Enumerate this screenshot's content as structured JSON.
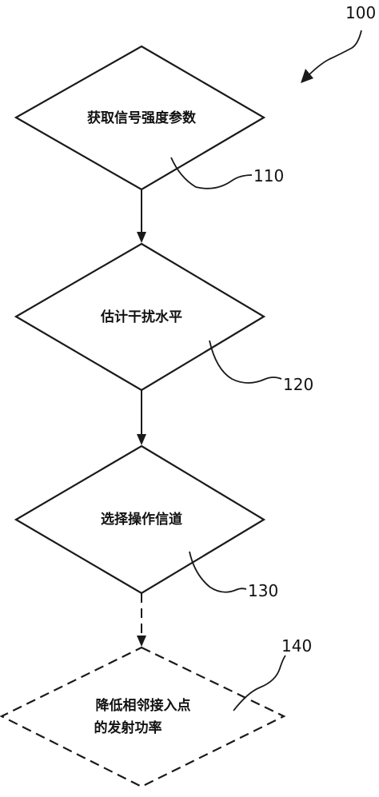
{
  "figure_ref": "100",
  "steps": [
    {
      "id": "110",
      "lines": [
        "获取信号强度参数"
      ],
      "optional": false
    },
    {
      "id": "120",
      "lines": [
        "估计干扰水平"
      ],
      "optional": false
    },
    {
      "id": "130",
      "lines": [
        "选择操作信道"
      ],
      "optional": false
    },
    {
      "id": "140",
      "lines": [
        "降低相邻接入点",
        "的发射功率"
      ],
      "optional": true
    }
  ]
}
